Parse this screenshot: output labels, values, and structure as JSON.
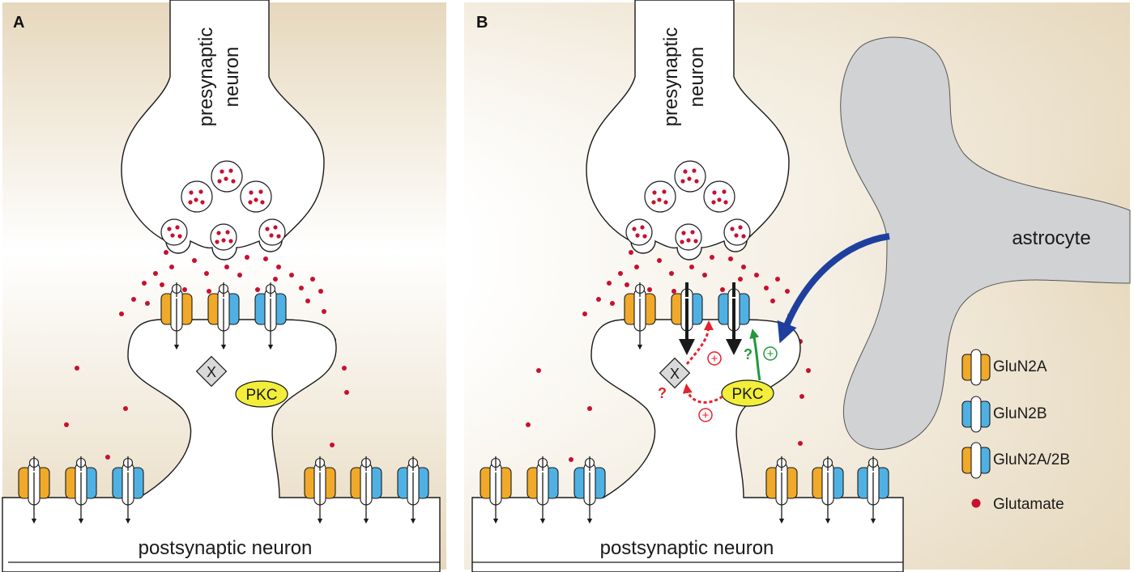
{
  "panel_a": {
    "letter": "A",
    "presynaptic_label_1": "presynaptic",
    "presynaptic_label_2": "neuron",
    "postsynaptic_label": "postsynaptic neuron",
    "x_label": "X",
    "pkc_label": "PKC"
  },
  "panel_b": {
    "letter": "B",
    "presynaptic_label_1": "presynaptic",
    "presynaptic_label_2": "neuron",
    "postsynaptic_label": "postsynaptic neuron",
    "x_label": "X",
    "pkc_label": "PKC",
    "astrocyte_label": "astrocyte",
    "question_mark": "?",
    "plus_sign": "+"
  },
  "legend": {
    "items": [
      {
        "label": "GluN2A",
        "type": "2A"
      },
      {
        "label": "GluN2B",
        "type": "2B"
      },
      {
        "label": "GluN2A/2B",
        "type": "AB"
      },
      {
        "label": "Glutamate",
        "type": "dot"
      }
    ]
  },
  "colors": {
    "glun2a": "#f0a928",
    "glun2b": "#4fb1e3",
    "glutamate": "#c8102e",
    "pkc": "#f2ee3a",
    "astrocyte": "#d0d2d4",
    "astrocyte_arrow": "#1f3f9e",
    "pkc_to_x_arrow": "#e5222c",
    "pkc_to_receptor_arrow": "#1e9a3a"
  }
}
